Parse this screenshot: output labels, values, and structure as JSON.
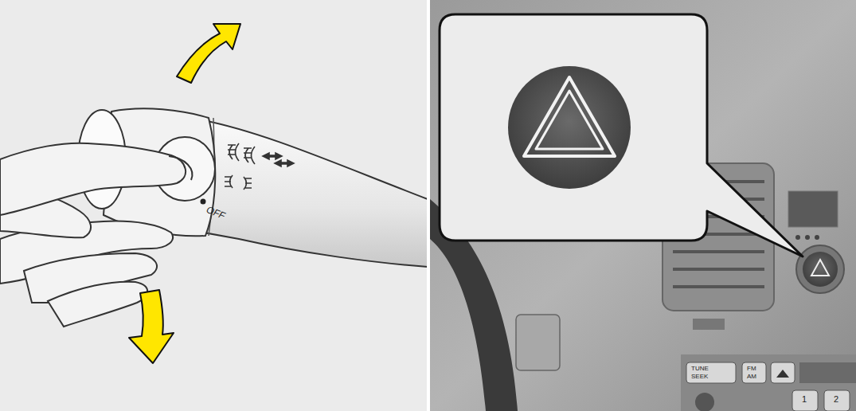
{
  "diagram": {
    "labels": [
      "OFF",
      "TUNE",
      "SEEK",
      "FM",
      "AM",
      "1",
      "2"
    ]
  }
}
